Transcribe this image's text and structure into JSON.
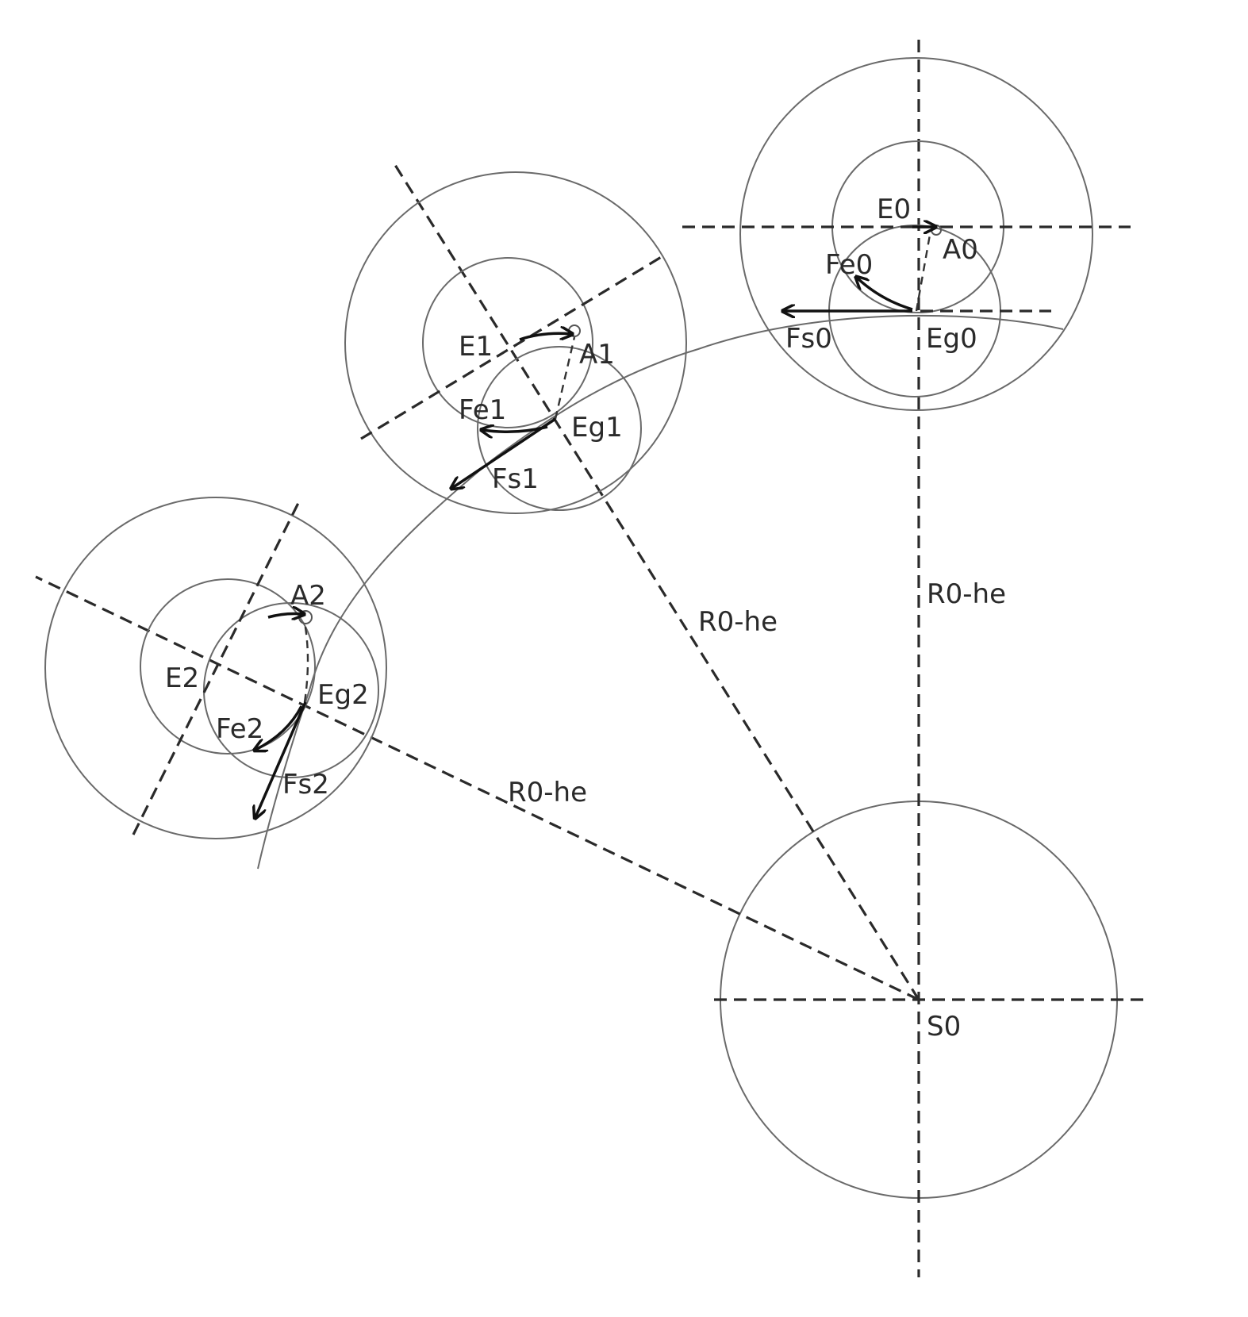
{
  "diagram": {
    "labels": {
      "E0": "E0",
      "A0": "A0",
      "Fe0": "Fe0",
      "Fs0": "Fs0",
      "Eg0": "Eg0",
      "E1": "E1",
      "A1": "A1",
      "Fe1": "Fe1",
      "Fs1": "Fs1",
      "Eg1": "Eg1",
      "E2": "E2",
      "A2": "A2",
      "Fe2": "Fe2",
      "Fs2": "Fs2",
      "Eg2": "Eg2",
      "S0": "S0",
      "radius_0": "R0-he",
      "radius_1": "R0-he",
      "radius_2": "R0-he"
    },
    "colors": {
      "line": "#2a2a2a",
      "circle": "#6a6a6a",
      "arrow": "#111111",
      "background": "#ffffff"
    }
  }
}
